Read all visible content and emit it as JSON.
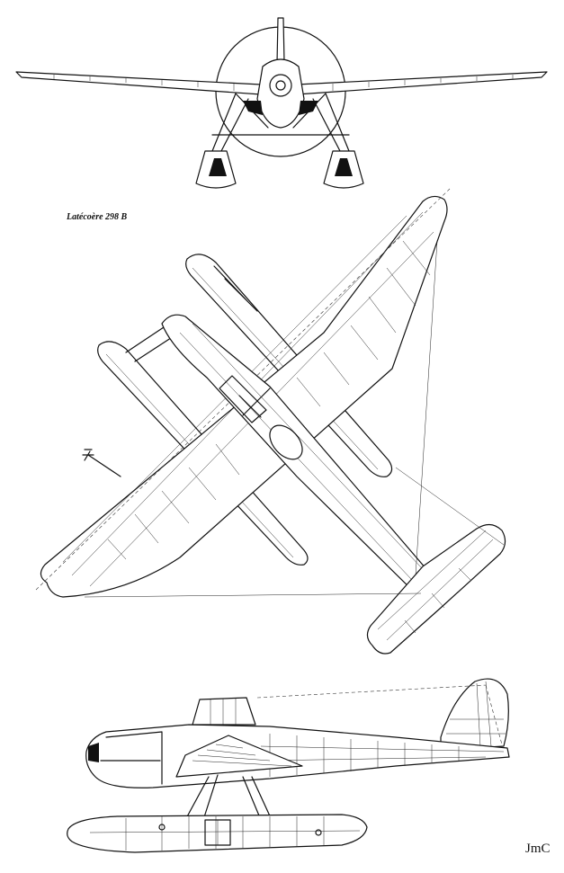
{
  "drawing": {
    "title": "Latécoère 298 B",
    "signature": "JmC",
    "views": [
      "front-view",
      "plan-view",
      "side-view"
    ],
    "colors": {
      "ink": "#111111",
      "paper": "#ffffff"
    }
  }
}
